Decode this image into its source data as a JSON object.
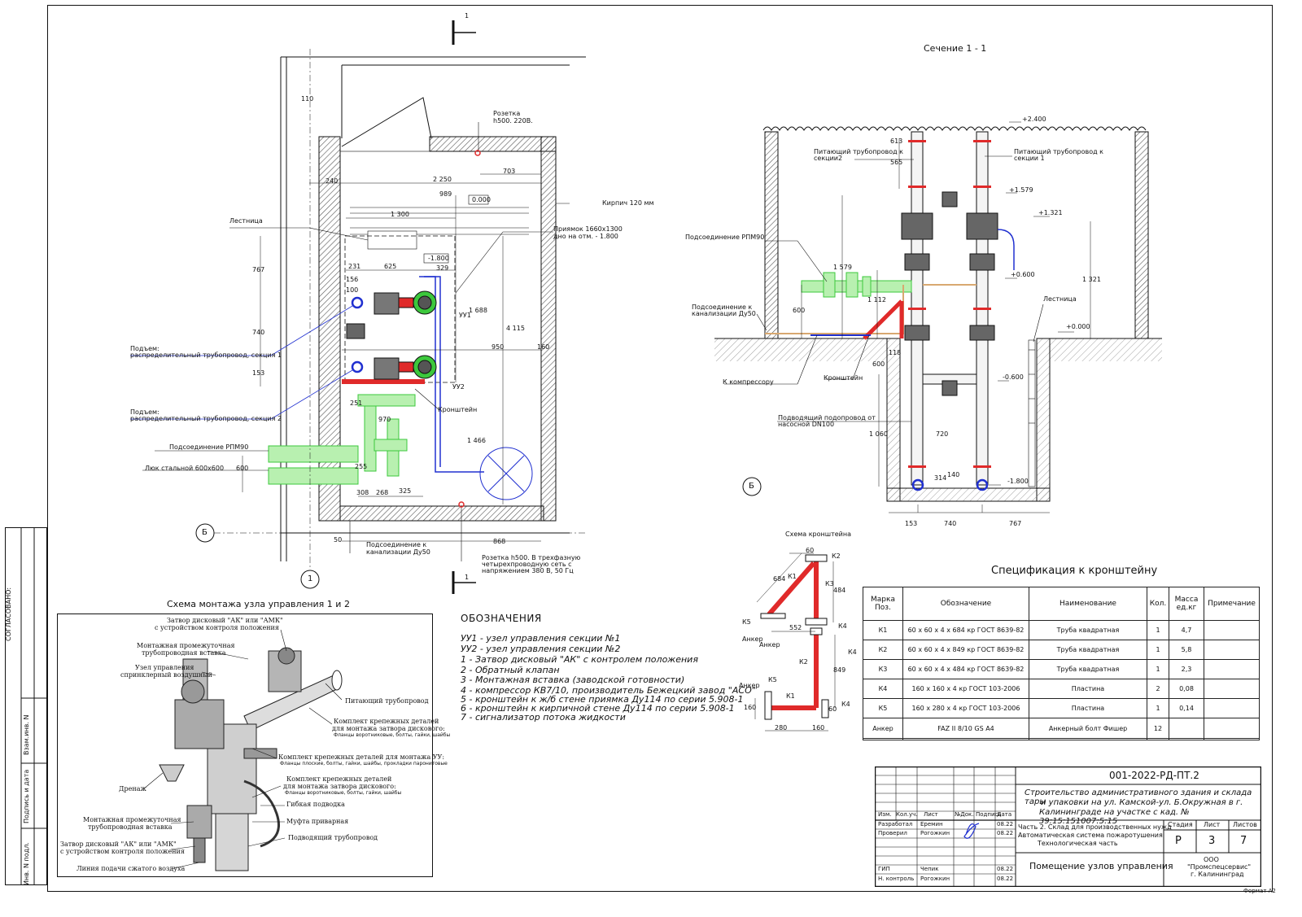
{
  "section_title": "Сечение 1 - 1",
  "section_marker": "1",
  "axis_letter": "Б",
  "axis_number": "1",
  "plan_labels": {
    "stair": "Лестница",
    "socket_top_1": "Розетка",
    "socket_top_2": "h500. 220В.",
    "brick": "Кирпич 120 мм",
    "pit_1": "Приямок 1660х1300",
    "pit_2": "дно на отм. - 1.800",
    "riser1_1": "Подъем:",
    "riser1_2": "распределительный трубопровод, секция 1",
    "riser2_1": "Подъем:",
    "riser2_2": "распределительный трубопровод, секция 2",
    "rpm": "Подсоединение РПМ90",
    "hatch": "Люк стальной 600х600",
    "bracket": "Кронштейн",
    "sewer_1": "Подсоединение к",
    "sewer_2": "канализации Ду50",
    "socket_bot_1": "Розетка h500. В трехфазную",
    "socket_bot_2": "четырехпроводную сеть с",
    "socket_bot_3": "напряжением 380 В, 50 Гц",
    "uu1": "УУ1",
    "uu2": "УУ2",
    "mark_0000": "0.000",
    "mark_1800": "-1.800"
  },
  "plan_dims": [
    "110",
    "2 250",
    "703",
    "989",
    "240",
    "1 300",
    "767",
    "231",
    "625",
    "329",
    "156",
    "100",
    "740",
    "153",
    "1 688",
    "950",
    "160",
    "4 115",
    "251",
    "970",
    "1 466",
    "255",
    "308",
    "268",
    "325",
    "600",
    "50",
    "868"
  ],
  "section_labels": {
    "feed2_1": "Питающий трубопровод к",
    "feed2_2": "секции2",
    "feed1_1": "Питающий трубопровод к",
    "feed1_2": "секции 1",
    "rpm": "Подсоединение РПМ90",
    "sewer_1": "Подсоединение к",
    "sewer_2": "канализации Ду50",
    "compressor": "К компрессору",
    "bracket": "Кронштейн",
    "supply_1": "Подводящий подопровод от",
    "supply_2": "насосной DN100",
    "stair": "Лестница",
    "lvl_2400": "+2.400",
    "lvl_1579": "+1.579",
    "lvl_1321": "+1.321",
    "lvl_0600": "+0.600",
    "lvl_0000": "+0.000",
    "lvl_m0600": "-0.600",
    "lvl_m1800": "-1.800"
  },
  "section_dims": [
    "565",
    "613",
    "1 579",
    "1 112",
    "600",
    "1 321",
    "118",
    "600",
    "1 060",
    "720",
    "314",
    "140",
    "153",
    "740",
    "767"
  ],
  "bracket_scheme": {
    "title": "Схема кронштейна",
    "labels": [
      "К1",
      "К2",
      "К3",
      "К4",
      "К5",
      "Анкер",
      "Анкер",
      "Анкер",
      "К1",
      "К5",
      "К4",
      "К2",
      "К4"
    ],
    "dims": [
      "60",
      "684",
      "552",
      "849",
      "280",
      "160",
      "160",
      "60",
      "484"
    ]
  },
  "spec": {
    "title": "Спецификация к кронштейну",
    "headers": [
      "Марка Поз.",
      "Обозначение",
      "Наименование",
      "Кол.",
      "Масса ед.кг",
      "Примечание"
    ],
    "rows": [
      [
        "К1",
        "60 х 60 х 4 х 684 кр ГОСТ 8639-82",
        "Труба квадратная",
        "1",
        "4,7",
        ""
      ],
      [
        "К2",
        "60 х 60 х 4 х 849 кр ГОСТ 8639-82",
        "Труба квадратная",
        "1",
        "5,8",
        ""
      ],
      [
        "К3",
        "60 х 60 х 4 х 484 кр ГОСТ 8639-82",
        "Труба квадратная",
        "1",
        "2,3",
        ""
      ],
      [
        "К4",
        "160 х 160 х 4 кр ГОСТ 103-2006",
        "Пластина",
        "2",
        "0,08",
        ""
      ],
      [
        "К5",
        "160 х 280 х 4 кр ГОСТ 103-2006",
        "Пластина",
        "1",
        "0,14",
        ""
      ],
      [
        "Анкер",
        "FAZ II 8/10 GS A4",
        "Анкерный болт Фишер",
        "12",
        "",
        ""
      ]
    ]
  },
  "legend": {
    "title": "ОБОЗНАЧЕНИЯ",
    "items": [
      "УУ1 - узел управления секции №1",
      "УУ2 - узел управления секции №2",
      "1 - Затвор дисковый \"АК\" с контролем положения",
      "2 - Обратный клапан",
      "3 - Монтажная вставка (заводской готовности)",
      "4 - компрессор КВ7/10, производитель Бежецкий завод \"АСО\"",
      "5 - кронштейн к ж/б стене приямка Ду114 по серии 5.908-1",
      "6 - кронштейн к кирпичной стене Ду114 по серии 5.908-1",
      "7 - сигнализатор потока жидкости"
    ]
  },
  "assembly": {
    "title": "Схема монтажа узла управления 1 и 2",
    "labels": [
      "Затвор дисковый \"АК\" или \"АМК\"",
      "с устройством контроля положения",
      "Монтажная промежуточная",
      "трубопроводная вставка",
      "Узел управления",
      "спринклерный воздушный",
      "Питающий трубопровод",
      "Комплект крепежных деталей",
      "для монтажа затвора дискового:",
      "Фланцы воротниковые, болты, гайки, шайбы",
      "Комплект крепежных деталей для монтажа УУ:",
      "Фланцы плоские, болты, гайки, шайбы, прокладки паронитовые",
      "Дренаж",
      "Комплект крепежных деталей",
      "для монтажа затвора дискового:",
      "Фланцы воротниковые, болты, гайки, шайбы",
      "Гибкая подводка",
      "Муфта приварная",
      "Монтажная промежуточная",
      "трубопроводная вставка",
      "Подводящий трубопровод",
      "Затвор дисковый \"АК\" или \"АМК\"",
      "с устройством контроля положения",
      "Линия подачи сжатого воздуха"
    ]
  },
  "side_stamp": {
    "agreed": "СОГЛАСОВАНО:",
    "inv_replace": "Взам.инв. N",
    "sign_date": "Подпись и дата",
    "inv_orig": "Инв. N подл."
  },
  "stamp": {
    "code": "001-2022-РД-ПТ.2",
    "project_1": "Строительство административного здания и склада тары",
    "project_2": "и упаковки на  ул. Камской-ул. Б.Окружная в г.",
    "project_3": "Калининграде на участке с кад. № 39:15:151007:5:15",
    "part_1": "Часть 2. Склад для производственных нужд",
    "part_2": "Автоматическая система пожаротушения",
    "part_3": "Технологическая часть",
    "sheet_title": "Помещение узлов управления",
    "org_1": "ООО",
    "org_2": "\"Промспецсервис\"",
    "org_3": "г. Калининград",
    "cols": [
      "Изм.",
      "Кол.уч.",
      "Лист",
      "№Док.",
      "Подпись",
      "Дата"
    ],
    "stage_h": "Стадия",
    "sheet_h": "Лист",
    "sheets_h": "Листов",
    "stage": "Р",
    "sheet": "3",
    "sheets": "7",
    "rows": [
      {
        "role": "Разработал",
        "name": "Еремин",
        "date": "08.22"
      },
      {
        "role": "Проверил",
        "name": "Рогожкин",
        "date": "08.22"
      },
      {
        "role": "ГИП",
        "name": "Чепик",
        "date": "08.22"
      },
      {
        "role": "Н. контроль",
        "name": "Рогожкин",
        "date": "08.22"
      }
    ],
    "format": "Формат А2"
  },
  "colors": {
    "pipe_green": "#3cc83c",
    "bracket_red": "#e02a2a",
    "pipe_blue": "#2030d0",
    "wall_hatch": "#555555",
    "earth": "#8a8a8a"
  }
}
